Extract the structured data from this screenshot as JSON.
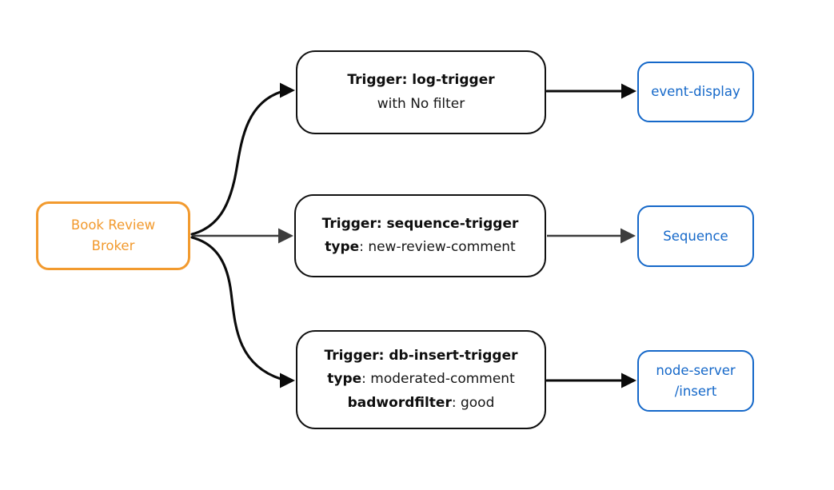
{
  "colors": {
    "orange": "#F29A2E",
    "blue": "#1568C9",
    "ink": "#111111",
    "edge-black": "#0b0b0b",
    "edge-gray": "#3d3d3d"
  },
  "diagram": {
    "broker": {
      "lines": [
        "Book Review",
        "Broker"
      ]
    },
    "triggers": [
      {
        "title": "Trigger: log-trigger",
        "plain": "with No filter"
      },
      {
        "title": "Trigger: sequence-trigger",
        "attr1_key": "type",
        "attr1_value": ": new-review-comment"
      },
      {
        "title": "Trigger: db-insert-trigger",
        "attr1_key": "type",
        "attr1_value": ": moderated-comment",
        "attr2_key": "badwordfilter",
        "attr2_value": ": good"
      }
    ],
    "sinks": [
      {
        "lines": [
          "event-display"
        ]
      },
      {
        "lines": [
          "Sequence"
        ]
      },
      {
        "lines": [
          "node-server",
          "/insert"
        ]
      }
    ]
  }
}
